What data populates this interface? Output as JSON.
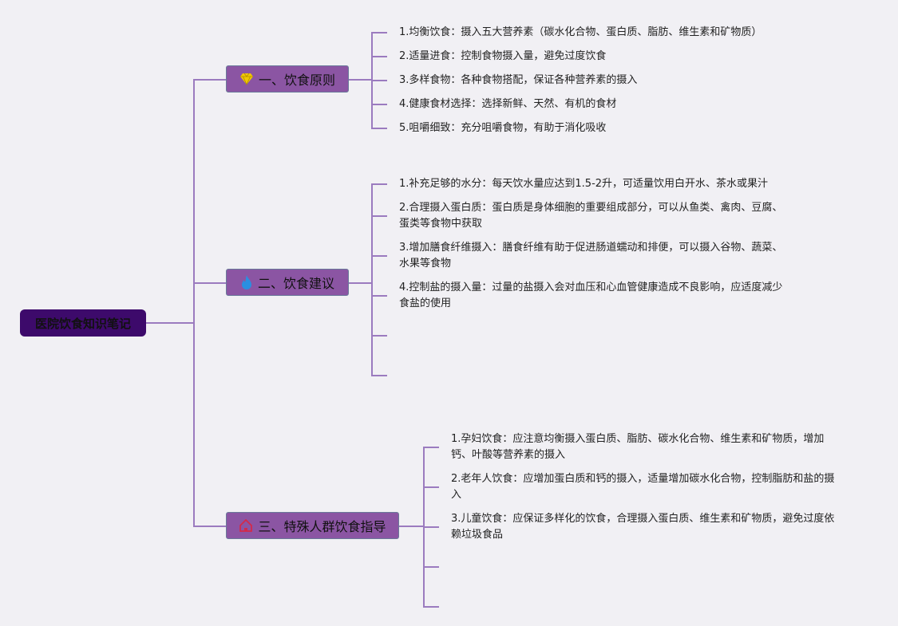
{
  "root": {
    "label": "医院饮食知识笔记"
  },
  "branches": [
    {
      "label": "一、饮食原则",
      "icon": "diamond-icon",
      "icon_color": "#f0c800",
      "items": [
        "1.均衡饮食：摄入五大营养素（碳水化合物、蛋白质、脂肪、维生素和矿物质）",
        "2.适量进食：控制食物摄入量，避免过度饮食",
        "3.多样食物：各种食物搭配，保证各种营养素的摄入",
        "4.健康食材选择：选择新鲜、天然、有机的食材",
        "5.咀嚼细致：充分咀嚼食物，有助于消化吸收"
      ]
    },
    {
      "label": "二、饮食建议",
      "icon": "flame-icon",
      "icon_color": "#2a8fe0",
      "items": [
        "1.补充足够的水分：每天饮水量应达到1.5-2升，可适量饮用白开水、茶水或果汁",
        "2.合理摄入蛋白质：蛋白质是身体细胞的重要组成部分，可以从鱼类、禽肉、豆腐、蛋类等食物中获取",
        "3.增加膳食纤维摄入：膳食纤维有助于促进肠道蠕动和排便，可以摄入谷物、蔬菜、水果等食物",
        "4.控制盐的摄入量：过量的盐摄入会对血压和心血管健康造成不良影响，应适度减少食盐的使用"
      ]
    },
    {
      "label": "三、特殊人群饮食指导",
      "icon": "home-icon",
      "icon_color": "#d42a4a",
      "items": [
        "1.孕妇饮食：应注意均衡摄入蛋白质、脂肪、碳水化合物、维生素和矿物质，增加钙、叶酸等营养素的摄入",
        "2.老年人饮食：应增加蛋白质和钙的摄入，适量增加碳水化合物，控制脂肪和盐的摄入",
        "3.儿童饮食：应保证多样化的饮食，合理摄入蛋白质、维生素和矿物质，避免过度依赖垃圾食品"
      ]
    }
  ]
}
